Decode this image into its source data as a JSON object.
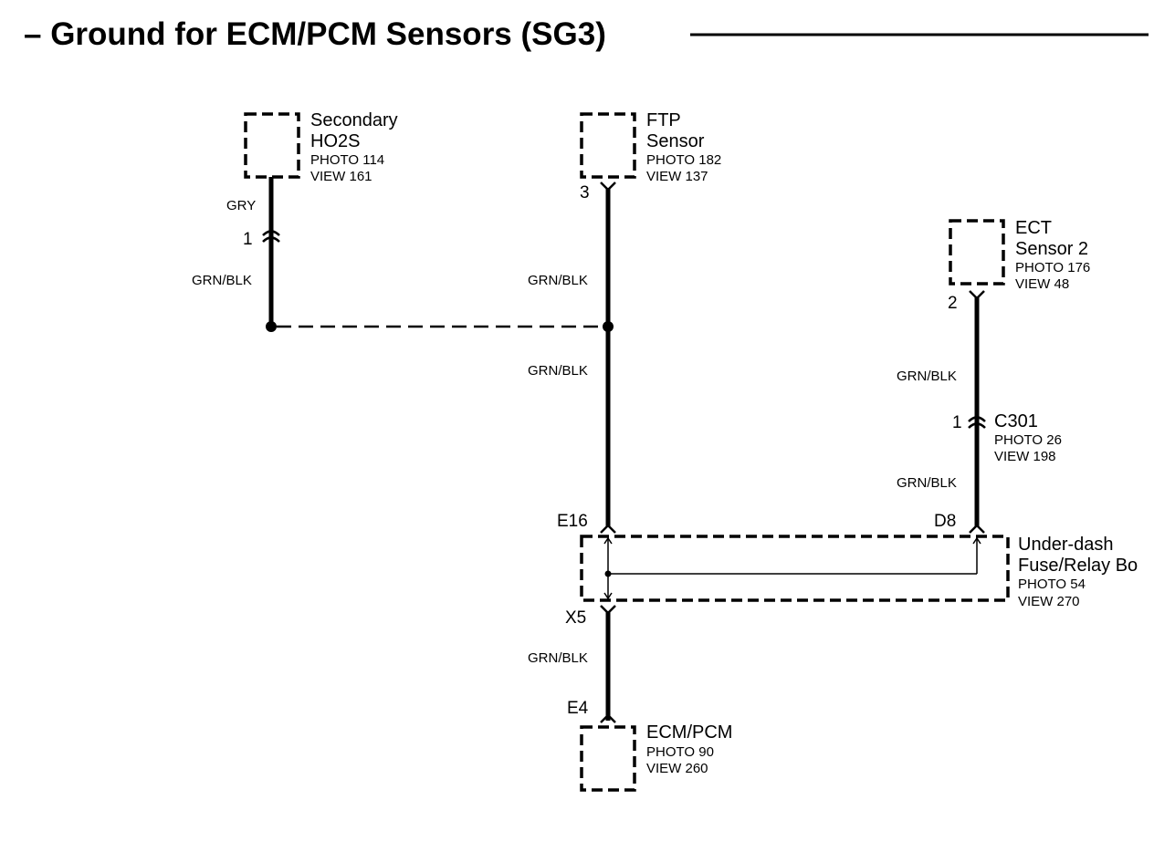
{
  "title": "– Ground for ECM/PCM Sensors (SG3)",
  "components": {
    "secondary_ho2s": {
      "name_line1": "Secondary",
      "name_line2": "HO2S",
      "photo": "PHOTO 114",
      "view": "VIEW 161"
    },
    "ftp_sensor": {
      "name_line1": "FTP",
      "name_line2": "Sensor",
      "photo": "PHOTO 182",
      "view": "VIEW 137"
    },
    "ect_sensor2": {
      "name_line1": "ECT",
      "name_line2": "Sensor 2",
      "photo": "PHOTO 176",
      "view": "VIEW 48"
    },
    "c301": {
      "name": "C301",
      "photo": "PHOTO 26",
      "view": "VIEW 198"
    },
    "underdash_box": {
      "name_line1": "Under-dash",
      "name_line2": "Fuse/Relay Bo",
      "photo": "PHOTO 54",
      "view": "VIEW 270"
    },
    "ecm_pcm": {
      "name": "ECM/PCM",
      "photo": "PHOTO 90",
      "view": "VIEW 260"
    }
  },
  "pins": {
    "ho2s_pin": "1",
    "ftp_pin": "3",
    "ect_pin": "2",
    "c301_pin": "1",
    "e16": "E16",
    "d8": "D8",
    "x5": "X5",
    "e4": "E4"
  },
  "wires": {
    "ho2s_upper": "GRY",
    "ho2s_lower": "GRN/BLK",
    "ftp_upper": "GRN/BLK",
    "ftp_lower": "GRN/BLK",
    "ect_upper": "GRN/BLK",
    "ect_lower": "GRN/BLK",
    "ecm_wire": "GRN/BLK"
  }
}
